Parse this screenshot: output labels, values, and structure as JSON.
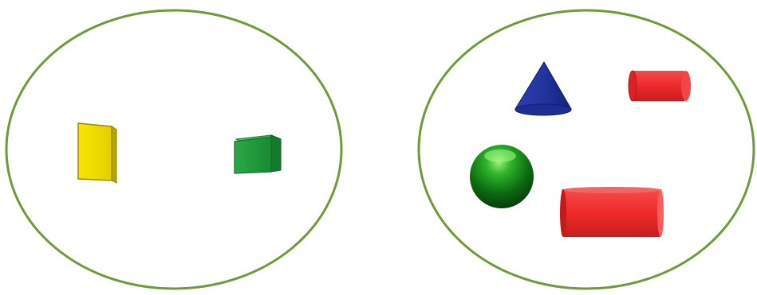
{
  "colors": {
    "background": "#ffffff",
    "ring_stroke": "#6f9a3a",
    "yellow": "#f2e000",
    "green": "#1f9a3a",
    "blue": "#1f2f9a",
    "red": "#ef2a2a",
    "dark_green": "#0f6a12"
  },
  "groups": [
    {
      "shapes": [
        {
          "kind": "box",
          "color": "yellow",
          "icon": "yellow-cuboid-icon"
        },
        {
          "kind": "cube",
          "color": "green",
          "icon": "green-cube-icon"
        }
      ]
    },
    {
      "shapes": [
        {
          "kind": "cone",
          "color": "blue",
          "icon": "blue-cone-icon"
        },
        {
          "kind": "cylinder",
          "color": "red",
          "icon": "red-small-cylinder-icon"
        },
        {
          "kind": "sphere",
          "color": "dark_green",
          "icon": "green-sphere-icon"
        },
        {
          "kind": "cylinder",
          "color": "red",
          "icon": "red-large-cylinder-icon"
        }
      ]
    }
  ]
}
